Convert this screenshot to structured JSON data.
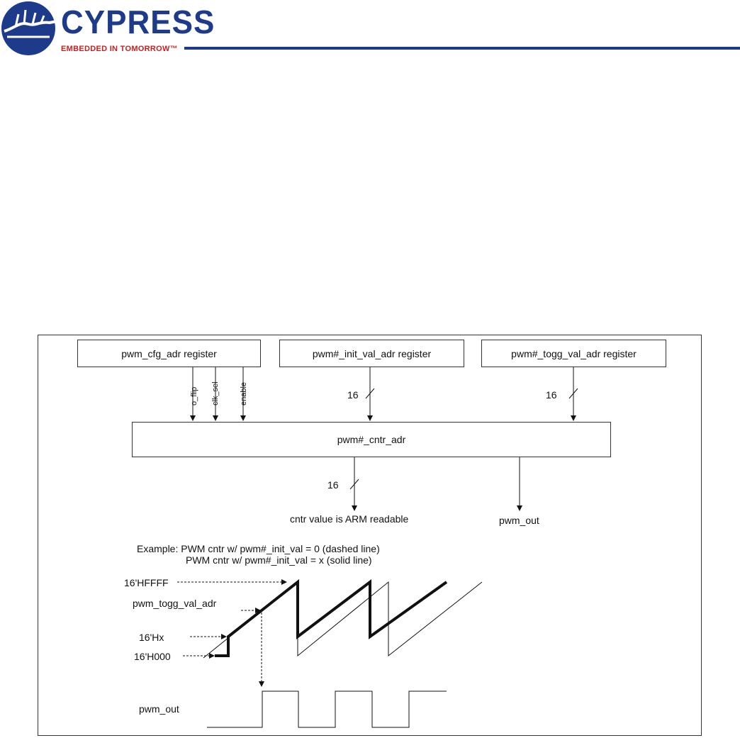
{
  "header": {
    "brand": "CYPRESS",
    "tagline": "EMBEDDED IN TOMORROW™"
  },
  "diagram": {
    "registers": {
      "cfg": "pwm_cfg_adr register",
      "init": "pwm#_init_val_adr register",
      "togg": "pwm#_togg_val_adr register"
    },
    "cfg_signals": [
      "o_flip",
      "clk_sel",
      "enable"
    ],
    "bus_width_init": "16",
    "bus_width_togg": "16",
    "bus_width_out": "16",
    "counter": "pwm#_cntr_adr",
    "readable_note": "cntr value is ARM readable",
    "pwm_out": "pwm_out",
    "example_line1": "Example: PWM cntr w/ pwm#_init_val = 0 (dashed line)",
    "example_line2": "PWM cntr w/ pwm#_init_val = x (solid line)",
    "levels": {
      "hffff": "16'HFFFF",
      "togg": "pwm_togg_val_adr",
      "hx": "16'Hx",
      "h000": "16'H000"
    },
    "waveform_label": "pwm_out"
  }
}
